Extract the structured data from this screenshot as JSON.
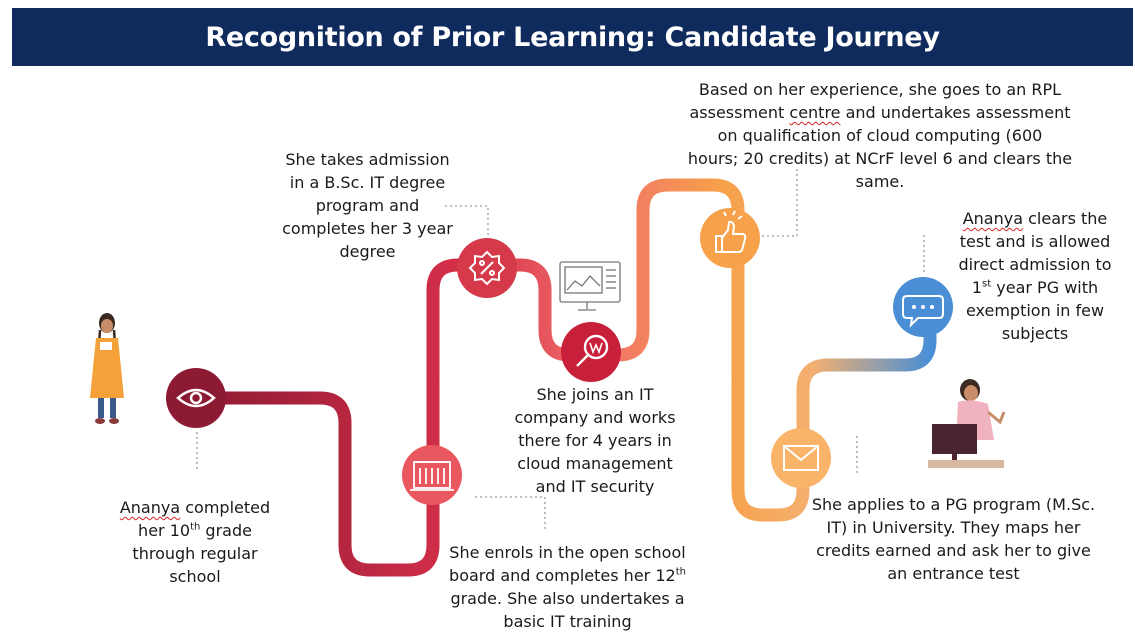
{
  "header": {
    "title": "Recognition of Prior Learning: Candidate Journey"
  },
  "colors": {
    "header_bg": "#0f2a5c",
    "path_start": "#8c1a33",
    "path_mid": "#e8505b",
    "path_orange": "#f7a14a",
    "path_end": "#4a8fd6"
  },
  "steps": [
    {
      "icon": "eye-icon",
      "color": "#8c1a33",
      "name_prefix": "Ananya",
      "lines": [
        " completed",
        "her 10",
        "th",
        " grade",
        "through regular",
        "school"
      ]
    },
    {
      "icon": "school-building-icon",
      "color": "#e05058",
      "text_a": "She enrols in the open school",
      "text_b": "board and completes her 12",
      "text_sup": "th",
      "text_c": "grade. She also undertakes a",
      "text_d": "basic IT training"
    },
    {
      "icon": "percent-badge-icon",
      "color": "#d63a4a",
      "lines": [
        "She takes admission",
        "in a B.Sc. IT degree",
        "program and",
        "completes her 3 year",
        "degree"
      ]
    },
    {
      "icon": "search-magnifier-icon",
      "color": "#c8203a",
      "lines": [
        "She joins an IT",
        "company and works",
        "there for 4 years in",
        "cloud management",
        "and IT security"
      ]
    },
    {
      "icon": "thumbs-up-icon",
      "color": "#f7a14a",
      "line1": "Based on her experience, she goes to an RPL",
      "line2a": "assessment ",
      "line2b": "centre",
      "line2c": " and undertakes assessment",
      "line3": "on qualification of cloud computing (600",
      "line4": "hours; 20 credits) at NCrF level 6 and clears the",
      "line5": "same."
    },
    {
      "icon": "envelope-icon",
      "color": "#f9b46a",
      "lines": [
        "She applies to a PG program (M.Sc.",
        "IT) in University. They maps her",
        "credits earned and ask her to give",
        "an entrance test"
      ]
    },
    {
      "icon": "chat-bubble-icon",
      "color": "#4a8fd6",
      "name_prefix": "Ananya",
      "line1": " clears the",
      "line2": "test and is allowed",
      "line3": "direct admission to",
      "line4a": "1",
      "line4sup": "st",
      "line4b": " year PG with",
      "line5": "exemption in few",
      "line6": "subjects"
    }
  ]
}
